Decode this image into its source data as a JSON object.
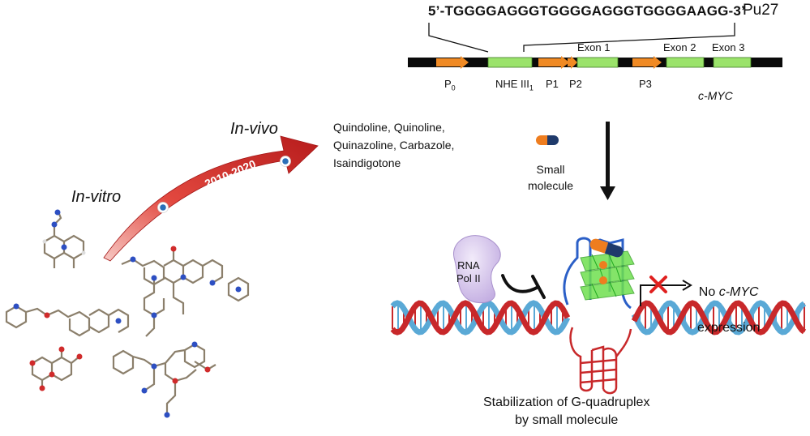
{
  "gene_map": {
    "sequence": "5’-TGGGGAGGGTGGGGAGGGTGGGGAAGG-3’",
    "sequence_name": "Pu27",
    "labels": {
      "p0_main": "P",
      "p0_sub": "0",
      "nhe_main": "NHE III",
      "nhe_sub": "1",
      "p1": "P1",
      "p2": "P2",
      "p3": "P3",
      "exon1": "Exon 1",
      "exon2": "Exon 2",
      "exon3": "Exon 3",
      "gene": "c-MYC"
    }
  },
  "timeline": {
    "in_vitro": "In-vitro",
    "in_vivo": "In-vivo",
    "years": "2010-2020"
  },
  "compounds": "Quindoline, Quinoline,\nQuinazoline, Carbazole,\nIsaindigotone",
  "small_molecule_label": "Small\nmolecule",
  "mechanism": {
    "rna_pol": "RNA\nPol II",
    "no_expression_prefix": "No ",
    "no_expression_gene": "c-MYC",
    "no_expression_suffix": "expression",
    "caption": "Stabilization of G-quadruplex\nby small molecule"
  },
  "colors": {
    "arrow_red": "#d9312b",
    "exon_green": "#9be36b",
    "promoter_orange": "#f08a24",
    "dna_blue": "#5aa9d6",
    "dna_red": "#c8282a",
    "capsule_orange": "#ee7d1f",
    "capsule_navy": "#1f3a6b",
    "pol_purple": "#d9c8ee"
  }
}
